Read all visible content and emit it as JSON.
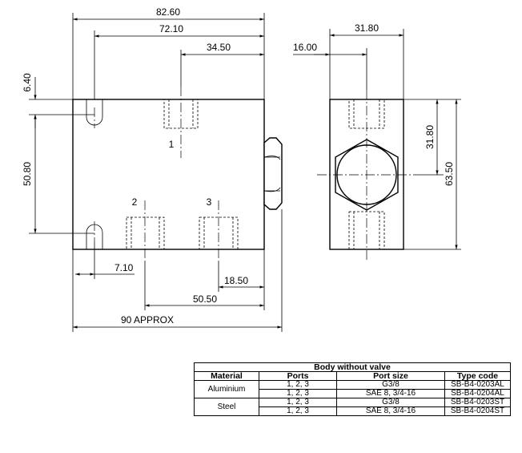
{
  "dimensions": {
    "overall_length": "82.60",
    "port_spacing": "72.10",
    "port1_offset": "34.50",
    "slot_depth": "6.40",
    "slot_spacing": "50.80",
    "slot_edge": "7.10",
    "port3_offset": "18.50",
    "port2_offset": "50.50",
    "total_approx": "90 APPROX",
    "side_width": "31.80",
    "side_offset": "16.00",
    "side_center": "31.80",
    "side_height": "63.50"
  },
  "port_labels": {
    "p1": "1",
    "p2": "2",
    "p3": "3"
  },
  "table": {
    "title": "Body without valve",
    "headers": [
      "Material",
      "Ports",
      "Port size",
      "Type code"
    ],
    "groups": [
      {
        "material": "Aluminium",
        "rows": [
          {
            "ports": "1, 2, 3",
            "size": "G3/8",
            "code": "SB-B4-0203AL"
          },
          {
            "ports": "1, 2, 3",
            "size": "SAE 8, 3/4-16",
            "code": "SB-B4-0204AL"
          }
        ]
      },
      {
        "material": "Steel",
        "rows": [
          {
            "ports": "1, 2, 3",
            "size": "G3/8",
            "code": "SB-B4-0203ST"
          },
          {
            "ports": "1, 2, 3",
            "size": "SAE 8, 3/4-16",
            "code": "SB-B4-0204ST"
          }
        ]
      }
    ]
  }
}
